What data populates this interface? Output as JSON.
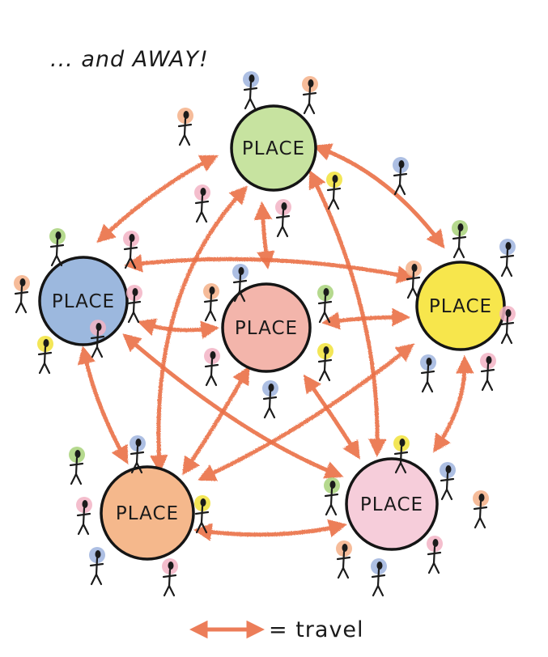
{
  "title": "... and AWAY!",
  "legend": {
    "text": "= travel"
  },
  "colors": {
    "arrow": "#ea7048",
    "outline": "#151515"
  },
  "places": [
    {
      "id": "top",
      "label": "PLACE",
      "fill": "#c7e3a0"
    },
    {
      "id": "left",
      "label": "PLACE",
      "fill": "#9cb8de"
    },
    {
      "id": "center",
      "label": "PLACE",
      "fill": "#f3b5ab"
    },
    {
      "id": "right",
      "label": "PLACE",
      "fill": "#f7e64c"
    },
    {
      "id": "bottom-left",
      "label": "PLACE",
      "fill": "#f5b88c"
    },
    {
      "id": "bottom-right",
      "label": "PLACE",
      "fill": "#f6cdda"
    }
  ]
}
